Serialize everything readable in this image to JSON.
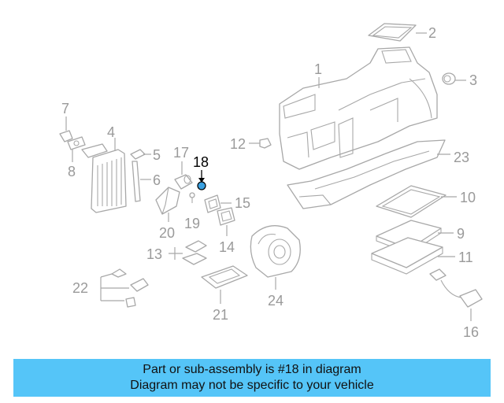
{
  "diagram": {
    "callouts": {
      "c1": "1",
      "c2": "2",
      "c3": "3",
      "c4": "4",
      "c5": "5",
      "c6": "6",
      "c7": "7",
      "c8": "8",
      "c9": "9",
      "c10": "10",
      "c11": "11",
      "c12": "12",
      "c13": "13",
      "c14": "14",
      "c15": "15",
      "c16": "16",
      "c17": "17",
      "c18": "18",
      "c19": "19",
      "c20": "20",
      "c21": "21",
      "c22": "22",
      "c23": "23",
      "c24": "24"
    },
    "highlighted_part": "18",
    "highlight_color": "#3aa0e0"
  },
  "banner": {
    "line1": "Part or sub-assembly is #18 in diagram",
    "line2": "Diagram may not be specific to your vehicle",
    "background": "#55c5f8"
  }
}
